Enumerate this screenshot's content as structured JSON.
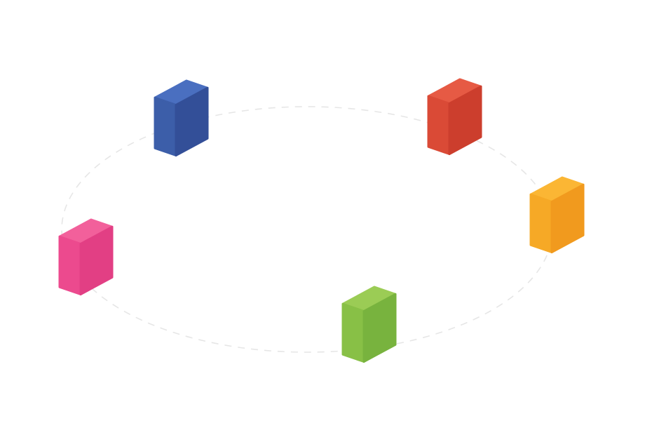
{
  "diagram": {
    "orbit": {
      "color": "#e6e6e6",
      "style": "dashed"
    },
    "cubes": [
      {
        "name": "blue-cube",
        "colors": {
          "top": "#4a6fc0",
          "left": "#3c5ea9",
          "front": "#334f98"
        }
      },
      {
        "name": "red-cube",
        "colors": {
          "top": "#e65a44",
          "left": "#da4a36",
          "front": "#cc3e2d"
        }
      },
      {
        "name": "orange-cube",
        "colors": {
          "top": "#fbb634",
          "left": "#f6a926",
          "front": "#f19a1e"
        }
      },
      {
        "name": "pink-cube",
        "colors": {
          "top": "#f2609b",
          "left": "#ec4a8e",
          "front": "#e23f84"
        }
      },
      {
        "name": "green-cube",
        "colors": {
          "top": "#9bcc55",
          "left": "#88c046",
          "front": "#78b33e"
        }
      }
    ]
  }
}
